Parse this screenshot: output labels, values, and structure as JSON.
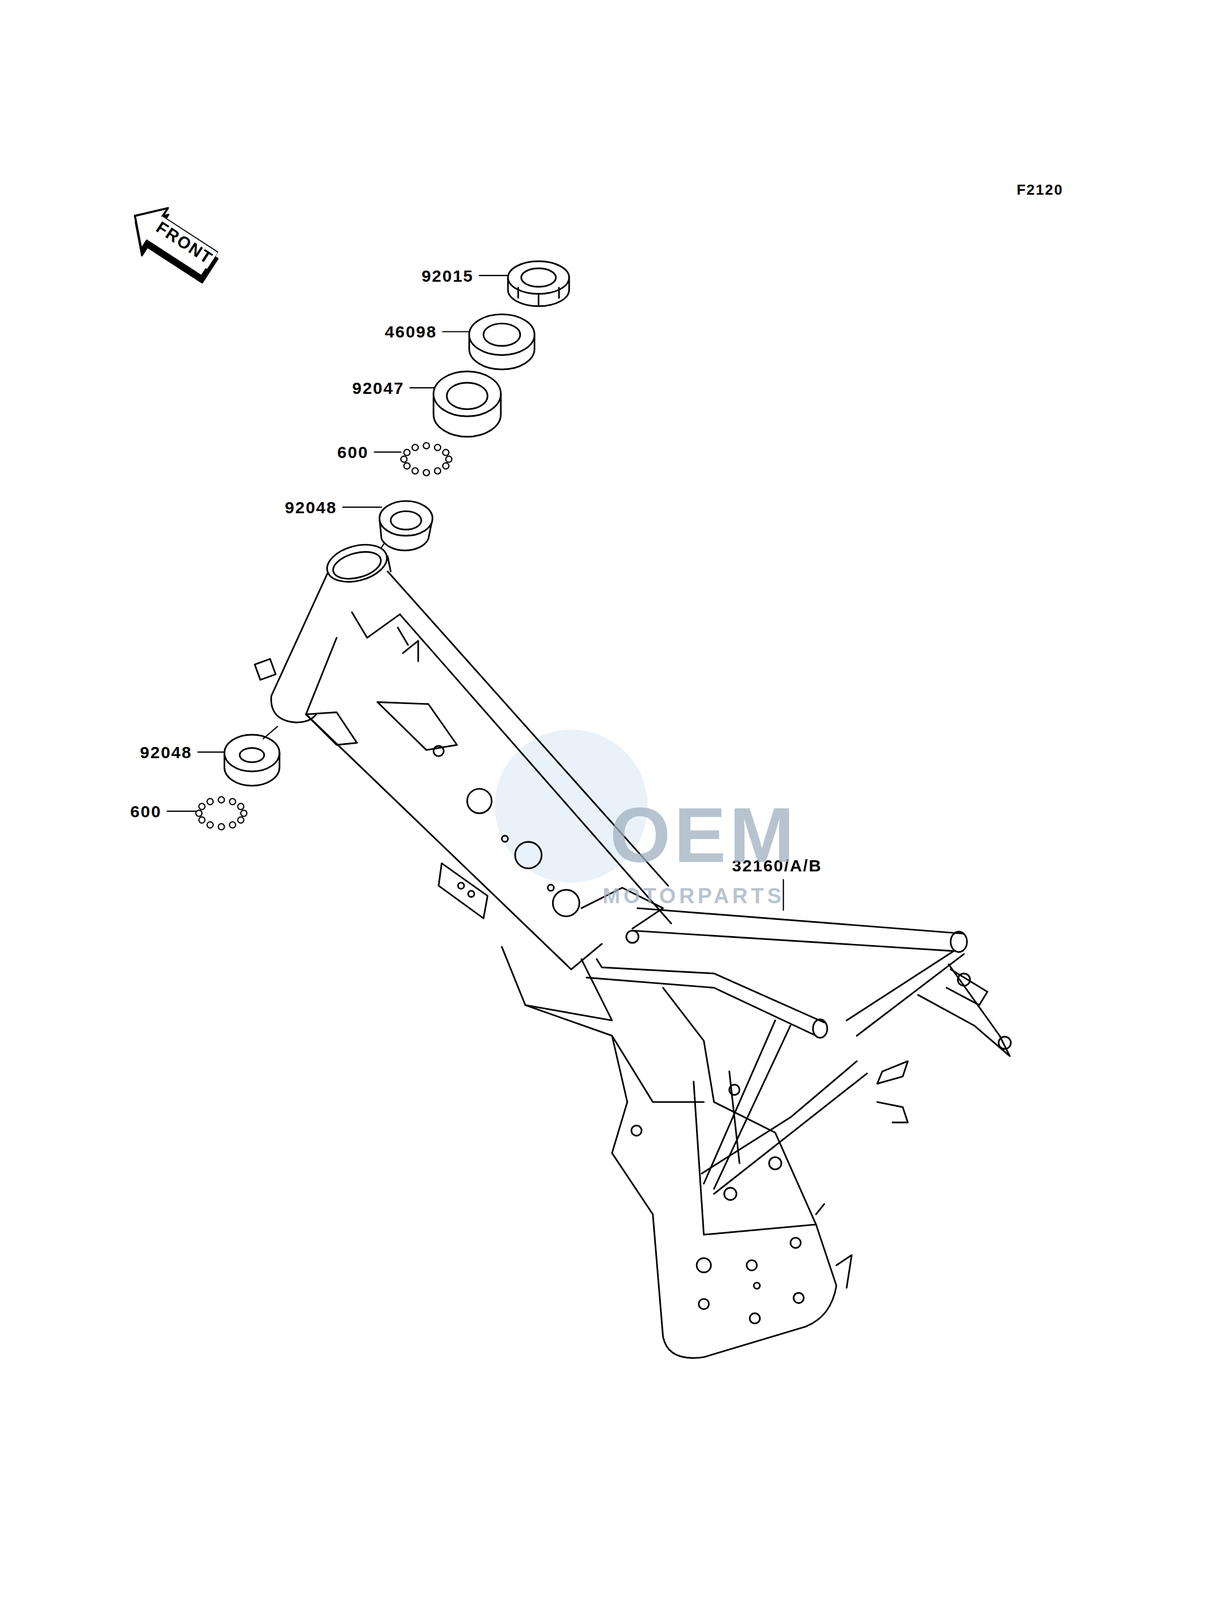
{
  "diagram": {
    "labels": [
      "F2120",
      "FRONT",
      "92015",
      "46098",
      "92047",
      "600",
      "92048",
      "92048",
      "600",
      "32160/A/B",
      "OEM",
      "MOTORPARTS"
    ]
  }
}
